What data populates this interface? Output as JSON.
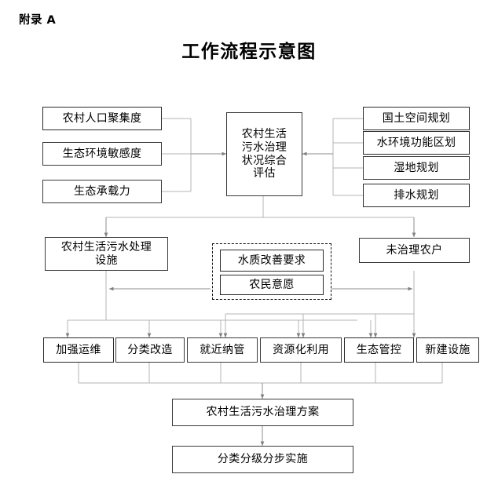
{
  "page": {
    "appendix_label": "附录 A",
    "title": "工作流程示意图"
  },
  "diagram": {
    "type": "flowchart",
    "orientation": "top-to-bottom",
    "nodes": {
      "assessment": {
        "id": "assessment",
        "label": "农村生活\n污水治理\n状况综合\n评估",
        "label_plain": "农村生活污水治理状况综合评估",
        "role": "central-assessment"
      },
      "inputs_left": [
        {
          "id": "pop-density",
          "label": "农村人口聚集度"
        },
        {
          "id": "eco-sensitivity",
          "label": "生态环境敏感度"
        },
        {
          "id": "eco-capacity",
          "label": "生态承载力"
        }
      ],
      "inputs_right": [
        {
          "id": "land-space-plan",
          "label": "国土空间规划"
        },
        {
          "id": "water-function-zone",
          "label": "水环境功能区划"
        },
        {
          "id": "wetland-plan",
          "label": "湿地规划"
        },
        {
          "id": "drainage-plan",
          "label": "排水规划"
        }
      ],
      "row2": [
        {
          "id": "existing-facility",
          "label": "农村生活污水处理\n设施",
          "label_plain": "农村生活污水处理设施"
        },
        {
          "id": "untreated-households",
          "label": "未治理农户"
        }
      ],
      "dashed_group": {
        "id": "demand-group",
        "border_style": "dashed",
        "items": [
          {
            "id": "water-quality-demand",
            "label": "水质改善要求"
          },
          {
            "id": "farmer-willingness",
            "label": "农民意愿"
          }
        ]
      },
      "measures": [
        {
          "id": "strengthen-om",
          "label": "加强运维"
        },
        {
          "id": "classified-retrofit",
          "label": "分类改造"
        },
        {
          "id": "nearby-sewer",
          "label": "就近纳管"
        },
        {
          "id": "resource-use",
          "label": "资源化利用"
        },
        {
          "id": "eco-control",
          "label": "生态管控"
        },
        {
          "id": "new-facility",
          "label": "新建设施"
        }
      ],
      "outputs": [
        {
          "id": "treatment-plan",
          "label": "农村生活污水治理方案"
        },
        {
          "id": "phased-implementation",
          "label": "分类分级分步实施"
        }
      ]
    },
    "colors": {
      "box_border": "#3a3a3a",
      "connector": "#9a9a9a",
      "text": "#000000",
      "background": "#ffffff"
    }
  }
}
